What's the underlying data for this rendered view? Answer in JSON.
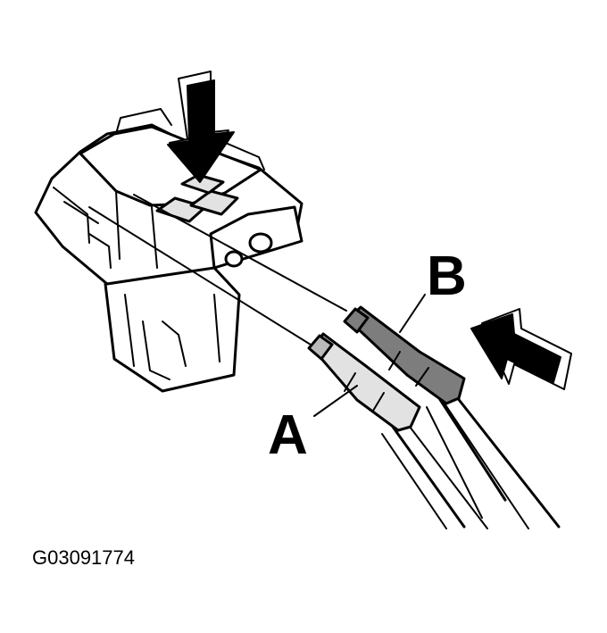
{
  "labels": {
    "pin_a": "A",
    "pin_b": "B"
  },
  "figure_code": "G03091774"
}
